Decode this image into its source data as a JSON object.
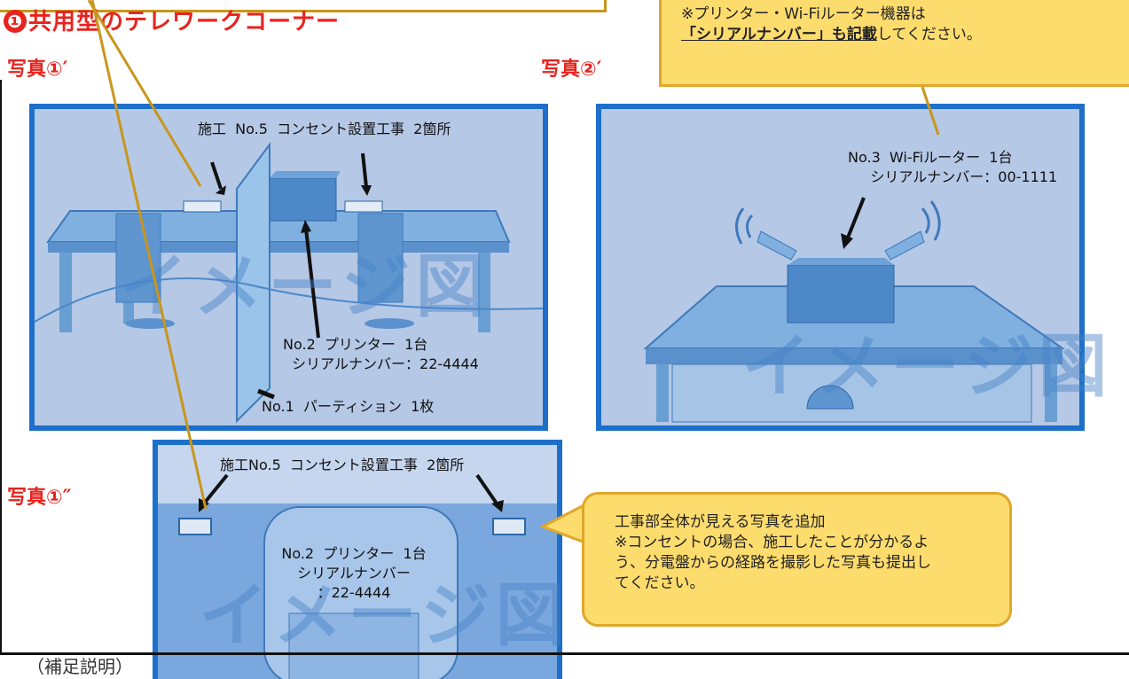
{
  "heading": {
    "number": "❶",
    "text": "共用型のテレワークコーナー"
  },
  "photos": {
    "p1": "写真①′",
    "p2": "写真②′",
    "p3": "写真①″"
  },
  "note_top": {
    "line1": "※プリンター・Wi-Fiルーター機器は",
    "line2_bold": "「シリアルナンバー」も記載",
    "line2_rest": "してください。"
  },
  "photo1": {
    "outlet_label": "施工  No.5  コンセント設置工事  2箇所",
    "printer_label": "No.2  プリンター  1台\n  シリアルナンバー：22-4444",
    "partition_label": "No.1  パーティション  1枚",
    "watermark": "イメージ図"
  },
  "photo2": {
    "router_label": "No.3  Wi-Fiルーター  1台\n     シリアルナンバー：00-1111",
    "watermark": "イメージ図"
  },
  "photo3": {
    "outlet_label": "施工No.5  コンセント設置工事  2箇所",
    "printer_label": "No.2  プリンター  1台\nシリアルナンバー\n：22-4444",
    "watermark": "イメージ図"
  },
  "callout": {
    "text": "工事部全体が見える写真を追加\n※コンセントの場合、施工したことが分かるよ\nう、分電盤からの経路を撮影した写真も提出し\nてください。"
  },
  "footer": {
    "text": "（補足説明）"
  },
  "colors": {
    "frame": "#1d6fc9",
    "panel": "#b5c8e6",
    "note": "#fddc6e",
    "leader": "#c8961c",
    "heading": "#e8231e"
  }
}
